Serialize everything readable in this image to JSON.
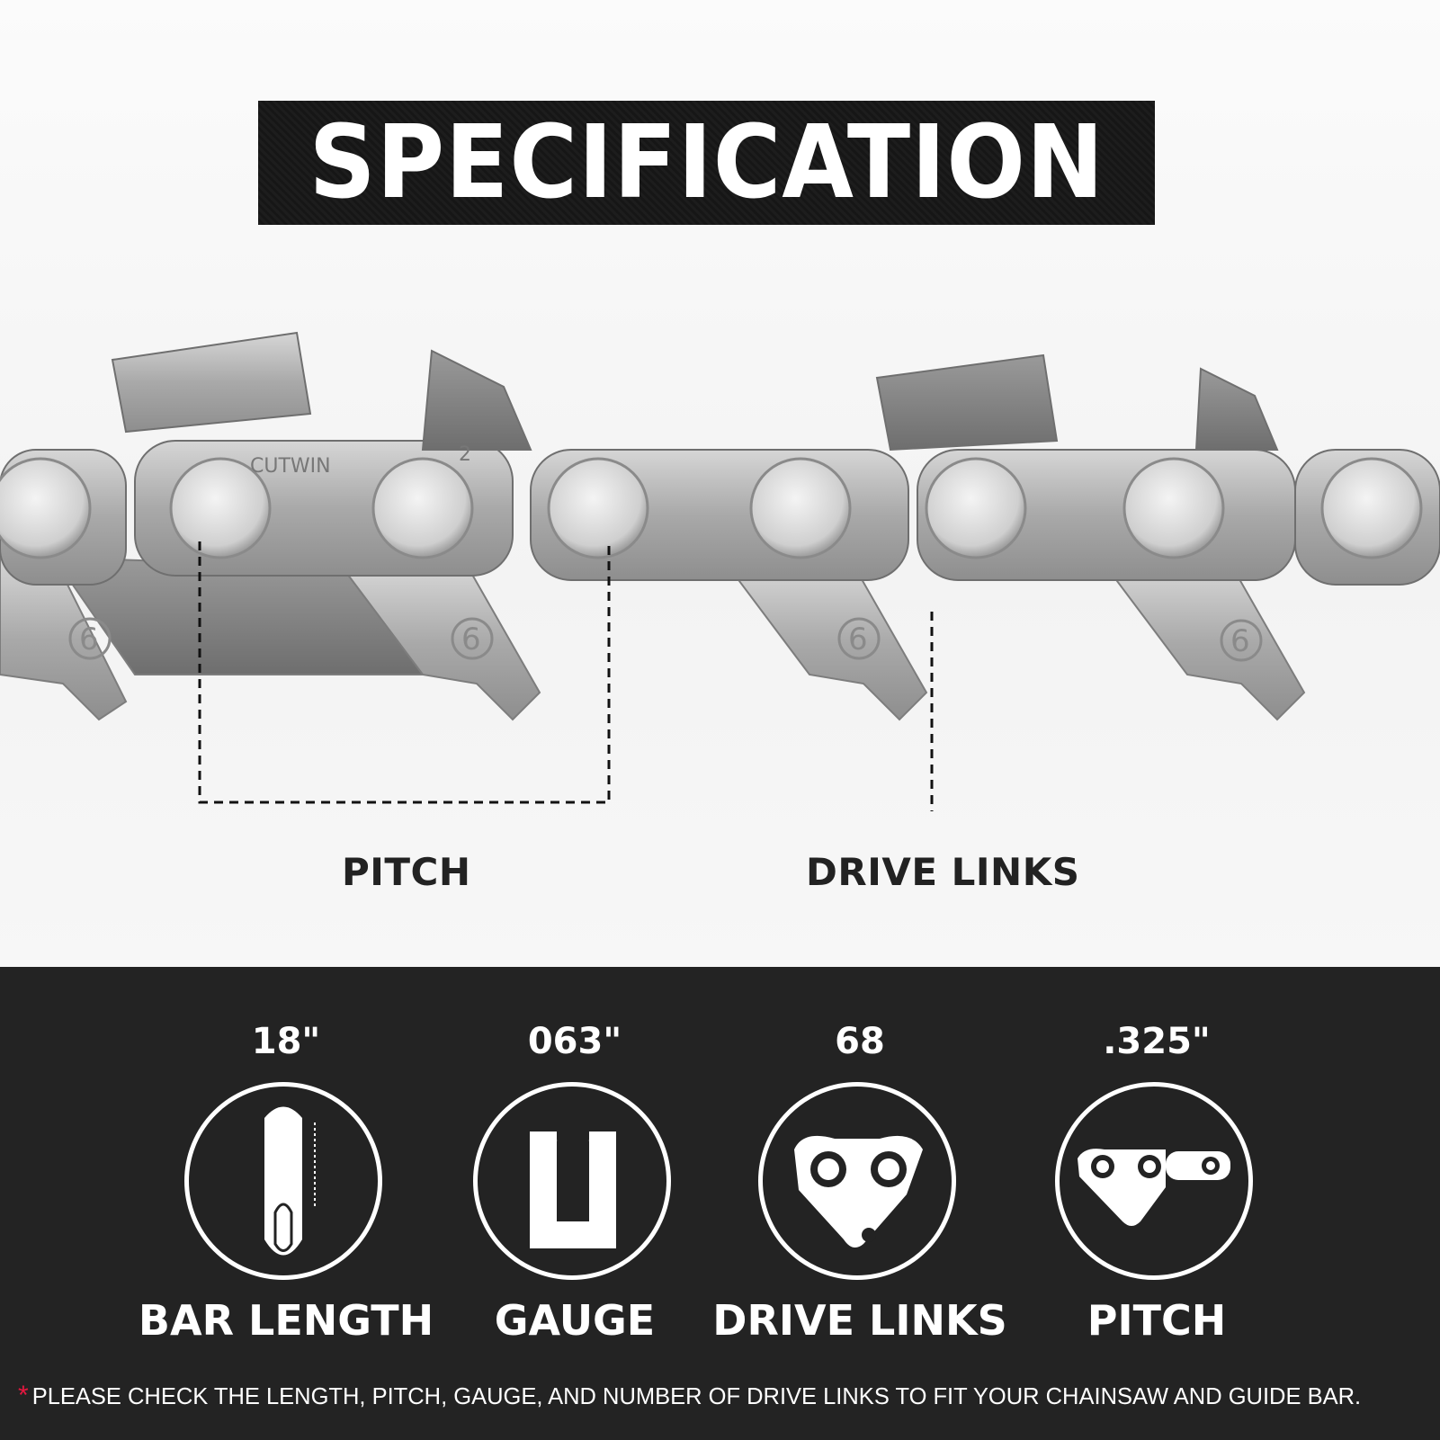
{
  "header": {
    "title": "SPECIFICATION"
  },
  "chain": {
    "brand_stamp": "CUTWIN",
    "cutter_number": "2",
    "link_marking": "6",
    "annotations": {
      "pitch_label": "PITCH",
      "drive_links_label": "DRIVE LINKS"
    }
  },
  "specs": [
    {
      "value": "18\"",
      "label": "BAR LENGTH",
      "icon": "bar-length-icon"
    },
    {
      "value": "063\"",
      "label": "GAUGE",
      "icon": "gauge-icon"
    },
    {
      "value": "68",
      "label": "DRIVE LINKS",
      "icon": "drive-link-icon"
    },
    {
      "value": ".325\"",
      "label": "PITCH",
      "icon": "pitch-icon"
    }
  ],
  "note": {
    "text": "PLEASE CHECK THE LENGTH, PITCH, GAUGE, AND NUMBER OF DRIVE LINKS TO FIT YOUR CHAINSAW AND GUIDE BAR."
  },
  "colors": {
    "panel": "#232323",
    "accent_star": "#e5173f",
    "steel": "#b9b9b9"
  }
}
